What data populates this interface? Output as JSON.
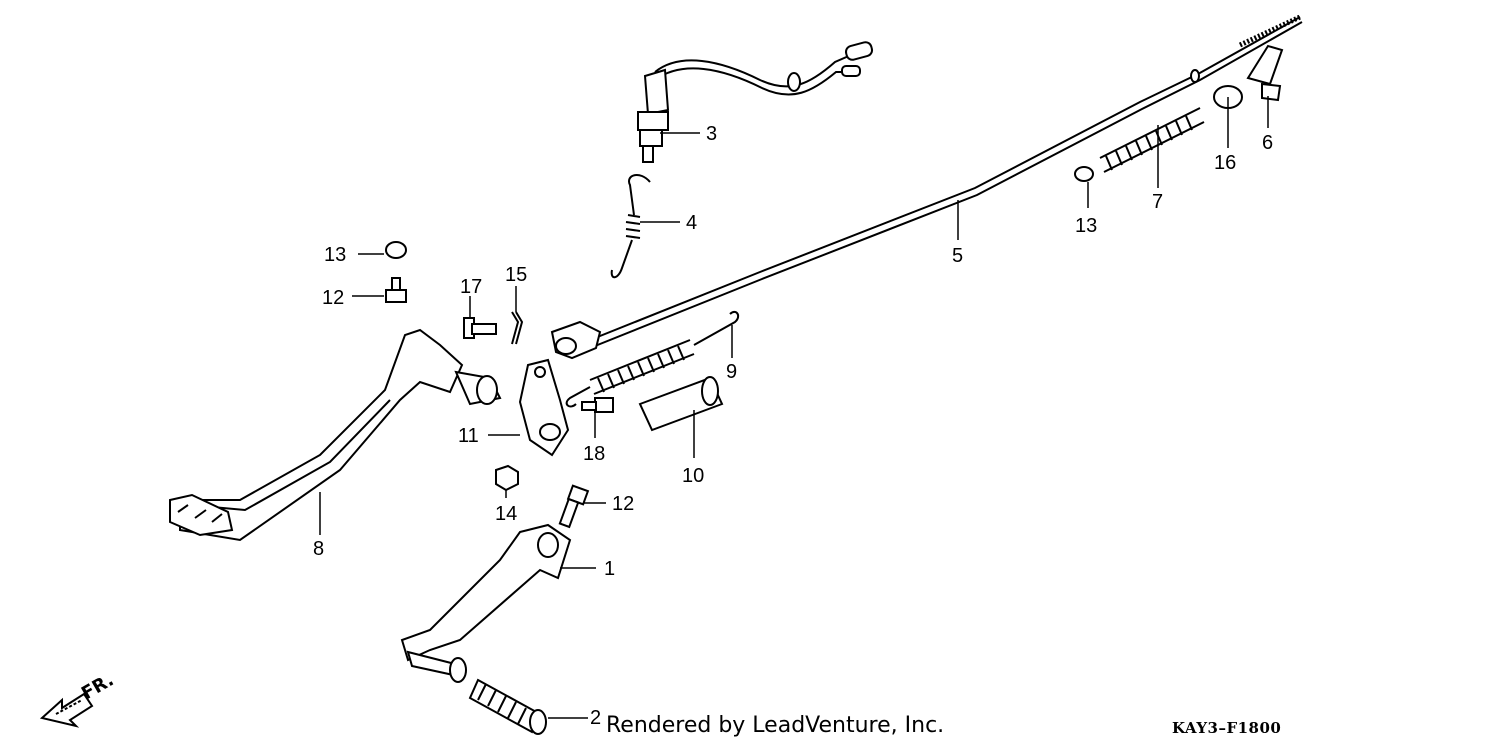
{
  "diagram": {
    "callouts": {
      "c1": "1",
      "c2": "2",
      "c3": "3",
      "c4": "4",
      "c5": "5",
      "c6": "6",
      "c7": "7",
      "c8": "8",
      "c9": "9",
      "c10": "10",
      "c11": "11",
      "c12a": "12",
      "c12b": "12",
      "c13a": "13",
      "c13b": "13",
      "c14": "14",
      "c15": "15",
      "c16": "16",
      "c17": "17",
      "c18": "18"
    },
    "front_marker": "FR.",
    "credit": "Rendered by LeadVenture, Inc.",
    "code": "KAY3–F1800"
  }
}
